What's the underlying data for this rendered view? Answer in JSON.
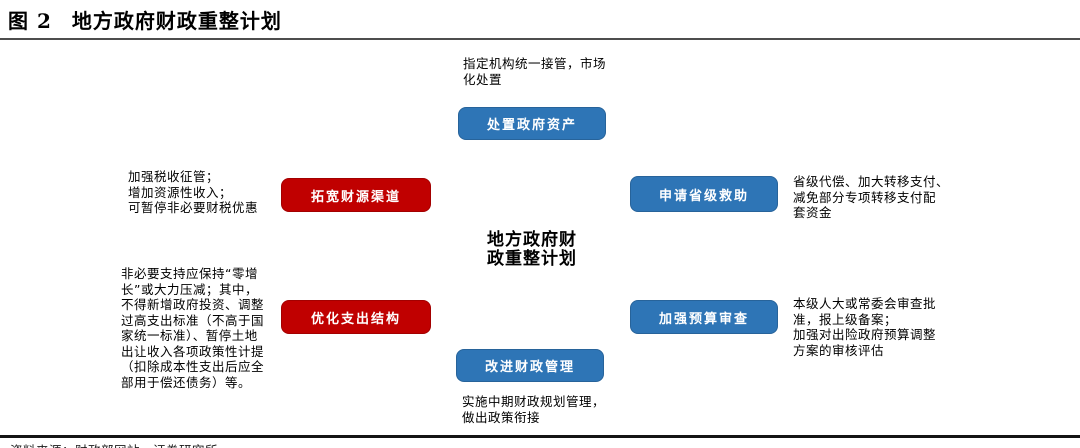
{
  "header": {
    "figure_label": "图 2",
    "title": "地方政府财政重整计划"
  },
  "center": {
    "label": "地方政府财\n政重整计划"
  },
  "nodes": [
    {
      "id": "dispose",
      "label": "处置政府资产",
      "color": "#2E75B6"
    },
    {
      "id": "broaden",
      "label": "拓宽财源渠道",
      "color": "#C00000"
    },
    {
      "id": "apply",
      "label": "申请省级救助",
      "color": "#2E75B6"
    },
    {
      "id": "optimize",
      "label": "优化支出结构",
      "color": "#C00000"
    },
    {
      "id": "budget",
      "label": "加强预算审查",
      "color": "#2E75B6"
    },
    {
      "id": "improve",
      "label": "改进财政管理",
      "color": "#2E75B6"
    }
  ],
  "annotations": {
    "top": "指定机构统一接管，市场\n化处置",
    "left_1": "加强税收征管；\n增加资源性收入；\n可暂停非必要财税优惠",
    "right_1": "省级代偿、加大转移支付、\n减免部分专项转移支付配\n套资金",
    "left_2": "非必要支持应保持“零增\n长”或大力压减；其中，\n不得新增政府投资、调整\n过高支出标准（不高于国\n家统一标准）、暂停土地\n出让收入各项政策性计提\n（扣除成本性支出后应全\n部用于偿还债务）等。",
    "right_2": "本级人大或常委会审查批\n准，报上级备案；\n加强对出险政府预算调整\n方案的审核评估",
    "bottom": "实施中期财政规划管理，\n做出政策衔接"
  },
  "footer": {
    "source_partial": "资料来源：财政部网站，证券研究所"
  },
  "colors": {
    "node_blue": "#2E75B6",
    "node_red": "#C00000",
    "rule_top": "#4d4d4d",
    "rule_bottom": "#141414"
  }
}
